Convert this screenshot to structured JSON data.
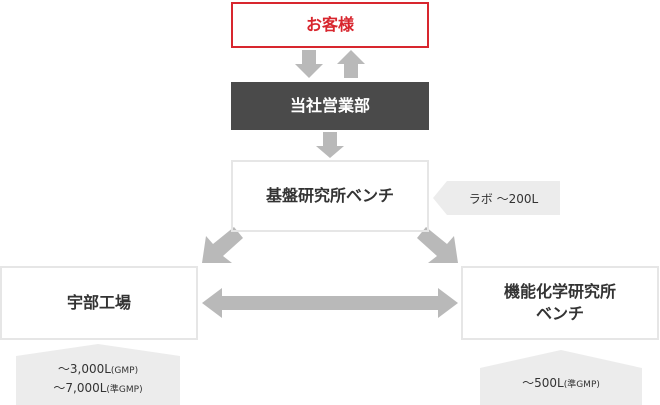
{
  "nodes": {
    "customer": "お客様",
    "sales": "当社営業部",
    "kiban": "基盤研究所ベンチ",
    "ube": "宇部工場",
    "kino_line1": "機能化学研究所",
    "kino_line2": "ベンチ"
  },
  "tags": {
    "lab_scale": "ラボ ～200L"
  },
  "captions": {
    "ube_line1_value": "～3,000L",
    "ube_line1_note": "(GMP)",
    "ube_line2_value": "～7,000L",
    "ube_line2_note": "(準GMP)",
    "kino_value": "～500L",
    "kino_note": "(準GMP)"
  },
  "colors": {
    "accent": "#d8262e",
    "dark_box": "#4a4a4a",
    "arrow": "#b9b9b9",
    "capsule": "#ececec"
  }
}
